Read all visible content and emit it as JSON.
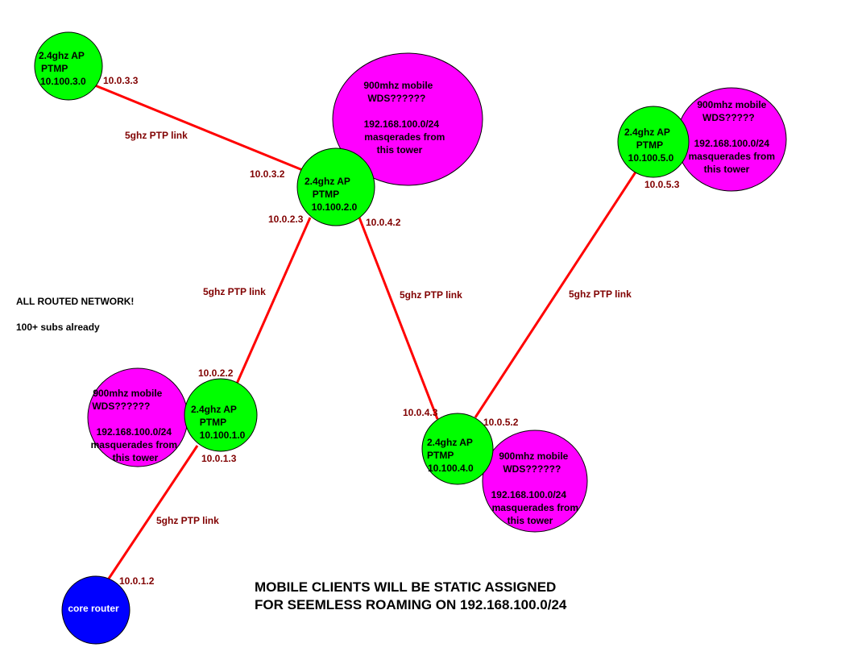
{
  "colors": {
    "link": "#ff0000",
    "ap_fill": "#00ff00",
    "mobile_fill": "#ff00ff",
    "core_fill": "#0000ff",
    "ip_text": "#800000"
  },
  "aps": {
    "ap3": [
      "2.4ghz AP",
      "PTMP",
      "10.100.3.0"
    ],
    "ap2": [
      "2.4ghz AP",
      "PTMP",
      "10.100.2.0"
    ],
    "ap5": [
      "2.4ghz AP",
      "PTMP",
      "10.100.5.0"
    ],
    "ap1": [
      "2.4ghz AP",
      "PTMP",
      "10.100.1.0"
    ],
    "ap4": [
      "2.4ghz AP",
      "PTMP",
      "10.100.4.0"
    ]
  },
  "mobiles": {
    "m2": [
      "900mhz mobile",
      "WDS??????",
      "",
      "192.168.100.0/24",
      "masqerades from",
      "this tower"
    ],
    "m5": [
      "900mhz mobile",
      "WDS?????",
      "",
      "192.168.100.0/24",
      "masquerades from",
      "this tower"
    ],
    "m1": [
      "900mhz mobile",
      "WDS??????",
      "",
      "192.168.100.0/24",
      "masquerades from",
      "this tower"
    ],
    "m4": [
      "900mhz mobile",
      "WDS??????",
      "",
      "192.168.100.0/24",
      "masquerades from",
      "this tower"
    ]
  },
  "core": {
    "label": "core router"
  },
  "ips": {
    "ip_10_0_3_3": "10.0.3.3",
    "ip_10_0_3_2": "10.0.3.2",
    "ip_10_0_2_3": "10.0.2.3",
    "ip_10_0_4_2": "10.0.4.2",
    "ip_10_0_5_3": "10.0.5.3",
    "ip_10_0_2_2": "10.0.2.2",
    "ip_10_0_1_3": "10.0.1.3",
    "ip_10_0_4_3": "10.0.4.3",
    "ip_10_0_5_2": "10.0.5.2",
    "ip_10_0_1_2": "10.0.1.2"
  },
  "links": {
    "l1": "5ghz PTP link",
    "l2": "5ghz PTP link",
    "l3": "5ghz PTP link",
    "l4": "5ghz PTP link",
    "l5": "5ghz PTP link"
  },
  "notes": {
    "routed": "ALL ROUTED NETWORK!",
    "subs": "100+ subs already"
  },
  "banner": {
    "line1": "MOBILE CLIENTS WILL BE STATIC ASSIGNED",
    "line2": "FOR SEEMLESS ROAMING ON 192.168.100.0/24"
  }
}
